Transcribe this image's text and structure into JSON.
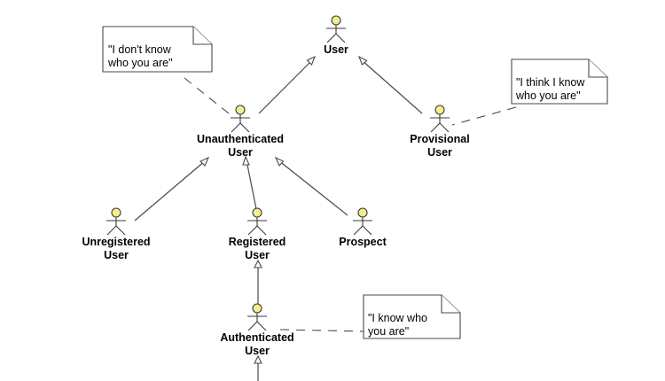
{
  "colors": {
    "actor_head_fill": "#f3ef8f",
    "line": "#4a4a4a",
    "note_fill": "#ffffff"
  },
  "actors": {
    "user": {
      "line1": "User"
    },
    "unauthenticated_user": {
      "line1": "Unauthenticated",
      "line2": "User"
    },
    "provisional_user": {
      "line1": "Provisional",
      "line2": "User"
    },
    "unregistered_user": {
      "line1": "Unregistered",
      "line2": "User"
    },
    "registered_user": {
      "line1": "Registered",
      "line2": "User"
    },
    "prospect": {
      "line1": "Prospect"
    },
    "authenticated_user": {
      "line1": "Authenticated",
      "line2": "User"
    }
  },
  "notes": {
    "dont_know": {
      "line1": "\"I don't know",
      "line2": "who you are\""
    },
    "think_know": {
      "line1": "\"I think I know",
      "line2": "who you are\""
    },
    "know": {
      "line1": "\"I know who",
      "line2": "you are\""
    }
  }
}
